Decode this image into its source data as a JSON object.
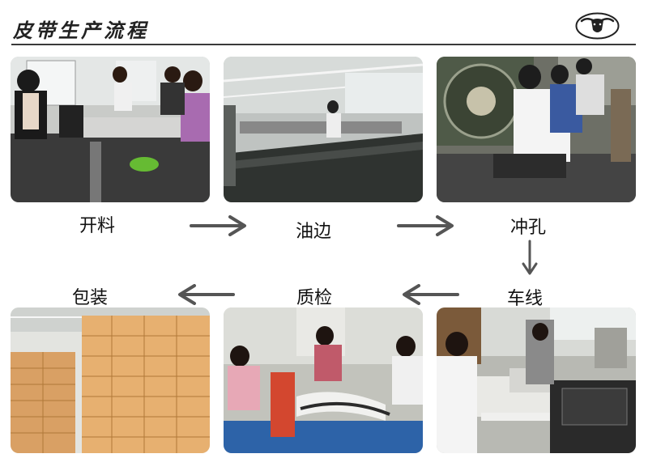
{
  "header": {
    "title": "皮带生产流程"
  },
  "steps": [
    {
      "label": "开料"
    },
    {
      "label": "油边"
    },
    {
      "label": "冲孔"
    },
    {
      "label": "车线"
    },
    {
      "label": "质检"
    },
    {
      "label": "包装"
    }
  ],
  "colors": {
    "arrow": "#555555",
    "header_line": "#3a3a3a"
  }
}
